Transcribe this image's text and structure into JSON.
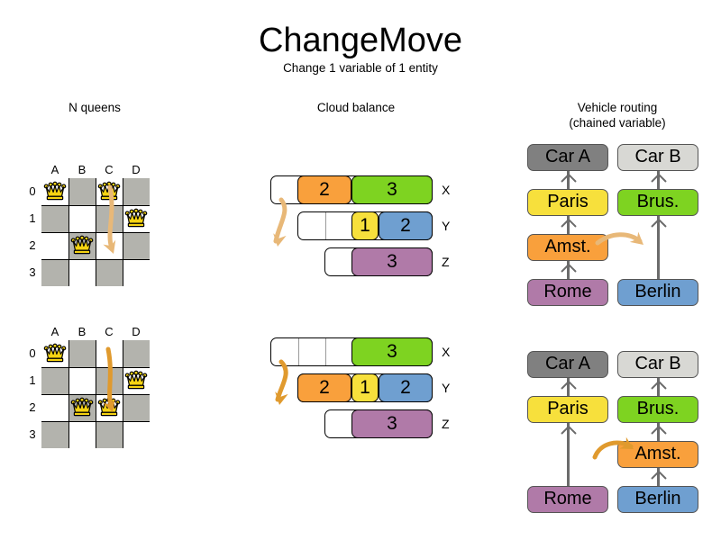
{
  "header": {
    "title": "ChangeMove",
    "subtitle": "Change 1 variable of 1 entity"
  },
  "sections": {
    "nqueens": {
      "heading": "N queens"
    },
    "cloud": {
      "heading": "Cloud balance"
    },
    "vrp": {
      "heading_line1": "Vehicle routing",
      "heading_line2": "(chained variable)"
    }
  },
  "nqueens": {
    "column_labels": [
      "A",
      "B",
      "C",
      "D"
    ],
    "row_labels": [
      "0",
      "1",
      "2",
      "3"
    ],
    "before": {
      "queens": [
        {
          "col": 0,
          "row": 0
        },
        {
          "col": 2,
          "row": 0
        },
        {
          "col": 3,
          "row": 1
        },
        {
          "col": 1,
          "row": 2
        }
      ],
      "move": {
        "from_col": 2,
        "from_row": 0,
        "to_col": 2,
        "to_row": 2
      }
    },
    "after": {
      "queens": [
        {
          "col": 0,
          "row": 0
        },
        {
          "col": 3,
          "row": 1
        },
        {
          "col": 1,
          "row": 2
        },
        {
          "col": 2,
          "row": 2
        }
      ],
      "move": {
        "from_col": 2,
        "from_row": 0,
        "to_col": 2,
        "to_row": 2
      }
    }
  },
  "cloud_balance": {
    "row_labels": [
      "X",
      "Y",
      "Z"
    ],
    "before": {
      "rows": [
        {
          "label": "X",
          "segments": [
            {
              "value": "2",
              "color": "#f9a03c"
            },
            {
              "value": "3",
              "color": "#7ed321"
            }
          ]
        },
        {
          "label": "Y",
          "segments": [
            {
              "value": "1",
              "color": "#f7e03c"
            },
            {
              "value": "2",
              "color": "#6f9fd0"
            }
          ]
        },
        {
          "label": "Z",
          "segments": [
            {
              "value": "3",
              "color": "#b07aa8"
            }
          ]
        }
      ]
    },
    "after": {
      "rows": [
        {
          "label": "X",
          "segments": [
            {
              "value": "3",
              "color": "#7ed321"
            }
          ]
        },
        {
          "label": "Y",
          "segments": [
            {
              "value": "2",
              "color": "#f9a03c"
            },
            {
              "value": "1",
              "color": "#f7e03c"
            },
            {
              "value": "2",
              "color": "#6f9fd0"
            }
          ]
        },
        {
          "label": "Z",
          "segments": [
            {
              "value": "3",
              "color": "#b07aa8"
            }
          ]
        }
      ]
    }
  },
  "vehicle_routing": {
    "before": {
      "chain_a": [
        "Rome",
        "Amst.",
        "Paris",
        "Car A"
      ],
      "chain_b": [
        "Berlin",
        "Brus.",
        "Car B"
      ],
      "moving_node": "Amst."
    },
    "after": {
      "chain_a": [
        "Rome",
        "Paris",
        "Car A"
      ],
      "chain_b": [
        "Berlin",
        "Amst.",
        "Brus.",
        "Car B"
      ],
      "moving_node": "Amst."
    },
    "node_labels": {
      "car_a": "Car A",
      "car_b": "Car B",
      "paris": "Paris",
      "brussels": "Brus.",
      "amsterdam": "Amst.",
      "rome": "Rome",
      "berlin": "Berlin"
    }
  },
  "colors": {
    "queen_gold": "#f5d312",
    "board_dark": "#b3b3ad",
    "board_light": "#ffffff",
    "arrow_tan": "#e8b878",
    "arrow_orange": "#e09a2e",
    "car_a_gray": "#808080",
    "car_b_gray": "#d8d8d4",
    "paris_yellow": "#f7e03c",
    "brussels_green": "#7ed321",
    "amsterdam_orange": "#f9a03c",
    "rome_purple": "#b07aa8",
    "berlin_blue": "#6f9fd0",
    "cloud_line": "#555555"
  }
}
